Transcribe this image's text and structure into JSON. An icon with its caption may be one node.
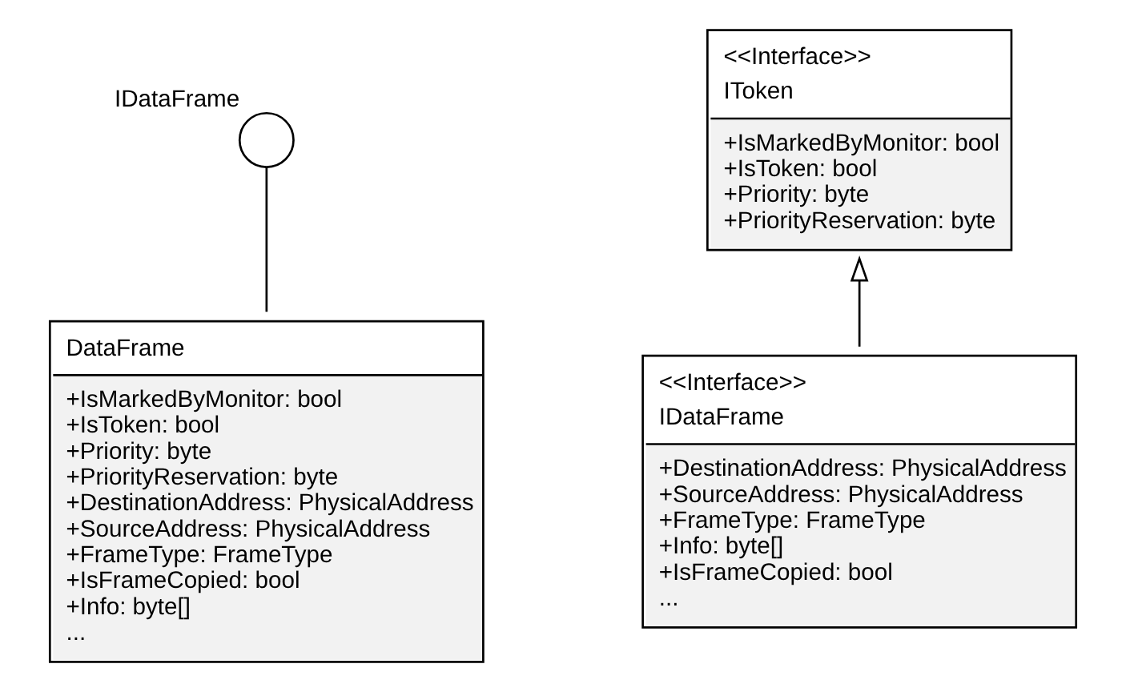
{
  "diagram": {
    "nodes": [
      {
        "text": [],
        "shape": "circle",
        "beside": [
          "IDataFrame"
        ]
      },
      {
        "text": [
          "DataFrame",
          "+IsMarkedByMonitor: bool",
          "+IsToken: bool",
          "+Priority: byte",
          "+PriorityReservation: byte",
          "+DestinationAddress: PhysicalAddress",
          "+SourceAddress: PhysicalAddress",
          "+FrameType: FrameType",
          "+IsFrameCopied: bool",
          "+Info: byte[]",
          "..."
        ]
      },
      {
        "text": [
          "<<Interface>>",
          "IToken",
          "+IsMarkedByMonitor: bool",
          "+IsToken: bool",
          "+Priority: byte",
          "+PriorityReservation: byte"
        ]
      },
      {
        "text": [
          "<<Interface>>",
          "IDataFrame",
          "+DestinationAddress: PhysicalAddress",
          "+SourceAddress: PhysicalAddress",
          "+FrameType: FrameType",
          "+Info: byte[]",
          "+IsFrameCopied: bool",
          "..."
        ]
      }
    ],
    "edges": [
      {
        "from": 0,
        "to": 1,
        "arrow": "none"
      },
      {
        "from": 3,
        "to": 2,
        "arrow": "to"
      }
    ]
  }
}
